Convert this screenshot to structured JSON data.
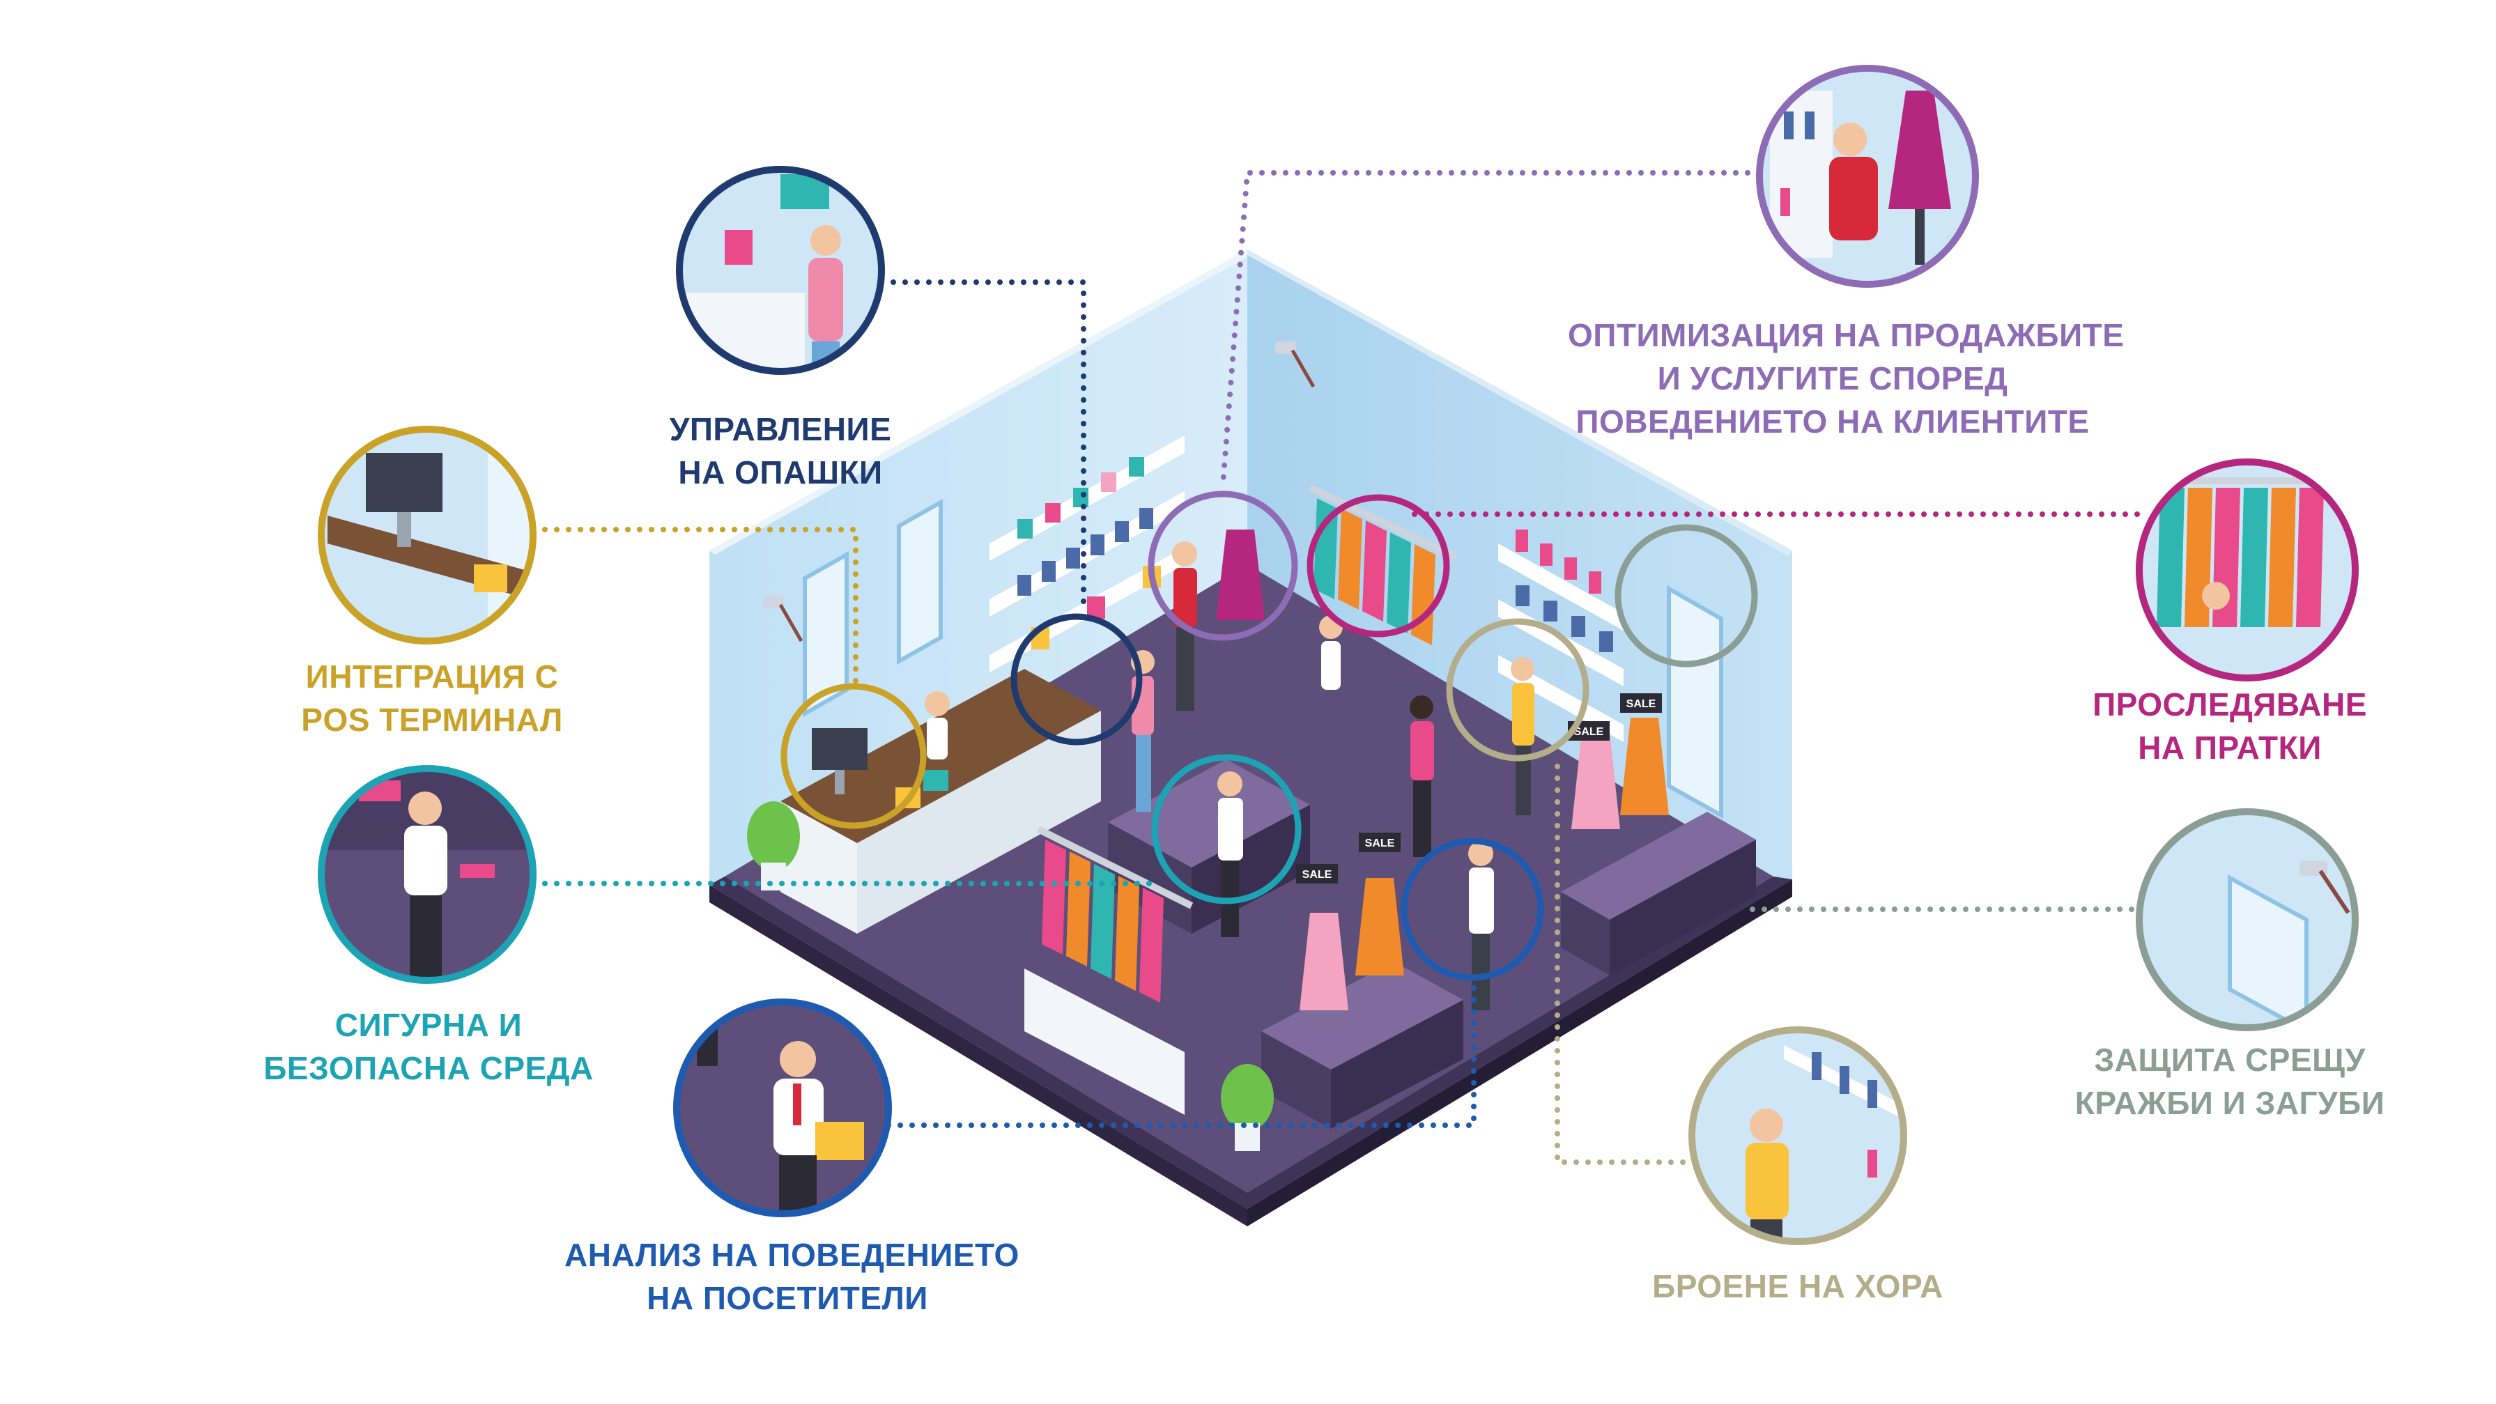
{
  "colors": {
    "queue": "#1e3a6e",
    "pos": "#c9a227",
    "security": "#1da4b4",
    "behavior": "#1e5bb0",
    "optimization": "#8e6cb5",
    "tracking": "#b5267e",
    "theft": "#8a9e96",
    "counting": "#b3ad8a"
  },
  "labels": {
    "queue": {
      "line1": "УПРАВЛЕНИЕ",
      "line2": "НА ОПАШКИ"
    },
    "pos": {
      "line1": "ИНТЕГРАЦИЯ С",
      "line2": "POS ТЕРМИНАЛ"
    },
    "security": {
      "line1": "СИГУРНА И",
      "line2": "БЕЗОПАСНА СРЕДА"
    },
    "behavior": {
      "line1": "АНАЛИЗ НА ПОВЕДЕНИЕТО",
      "line2": "НА ПОСЕТИТЕЛИ"
    },
    "optimization": {
      "line1": "ОПТИМИЗАЦИЯ НА ПРОДАЖБИТЕ",
      "line2": "И УСЛУГИТЕ СПОРЕД",
      "line3": "ПОВЕДЕНИЕТО НА КЛИЕНТИТЕ"
    },
    "tracking": {
      "line1": "ПРОСЛЕДЯВАНЕ",
      "line2": "НА ПРАТКИ"
    },
    "theft": {
      "line1": "ЗАЩИТА СРЕЩУ",
      "line2": "КРАЖБИ И ЗАГУБИ"
    },
    "counting": {
      "line1": "БРОЕНЕ НА ХОРА"
    }
  },
  "sale_tags": [
    "SALE",
    "SALE",
    "SALE",
    "SALE"
  ]
}
